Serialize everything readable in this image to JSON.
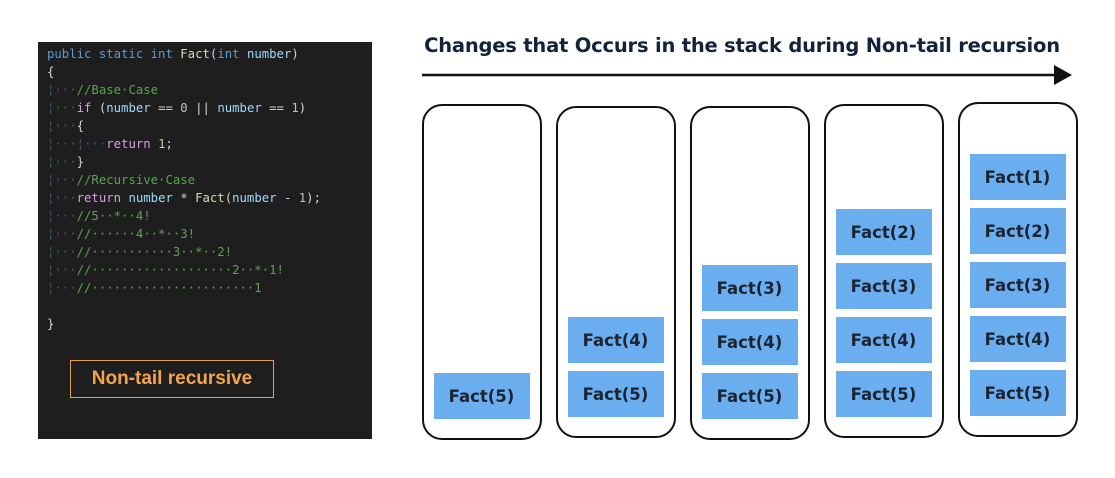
{
  "code_panel": {
    "lines": [
      [
        [
          "kw",
          "public static "
        ],
        [
          "kw",
          "int "
        ],
        [
          "fn",
          "Fact"
        ],
        [
          "op",
          "("
        ],
        [
          "kw",
          "int "
        ],
        [
          "pr",
          "number"
        ],
        [
          "op",
          ")"
        ]
      ],
      [
        [
          "op",
          "{"
        ]
      ],
      [
        [
          "guide",
          "¦···"
        ],
        [
          "cm",
          "//Base·Case"
        ]
      ],
      [
        [
          "guide",
          "¦···"
        ],
        [
          "ctrl",
          "if"
        ],
        [
          "op",
          " ("
        ],
        [
          "pr",
          "number"
        ],
        [
          "op",
          " == "
        ],
        [
          "num",
          "0"
        ],
        [
          "op",
          " || "
        ],
        [
          "pr",
          "number"
        ],
        [
          "op",
          " == "
        ],
        [
          "num",
          "1"
        ],
        [
          "op",
          ")"
        ]
      ],
      [
        [
          "guide",
          "¦···"
        ],
        [
          "op",
          "{"
        ]
      ],
      [
        [
          "guide",
          "¦···¦···"
        ],
        [
          "ctrl",
          "return "
        ],
        [
          "num",
          "1"
        ],
        [
          "op",
          ";"
        ]
      ],
      [
        [
          "guide",
          "¦···"
        ],
        [
          "op",
          "}"
        ]
      ],
      [
        [
          "guide",
          "¦···"
        ],
        [
          "cm",
          "//Recursive·Case"
        ]
      ],
      [
        [
          "guide",
          "¦···"
        ],
        [
          "ctrl",
          "return "
        ],
        [
          "pr",
          "number"
        ],
        [
          "op",
          " * "
        ],
        [
          "fn",
          "Fact"
        ],
        [
          "op",
          "("
        ],
        [
          "pr",
          "number"
        ],
        [
          "op",
          " - "
        ],
        [
          "num",
          "1"
        ],
        [
          "op",
          ");"
        ]
      ],
      [
        [
          "guide",
          "¦···"
        ],
        [
          "cm",
          "//5··*··4!"
        ]
      ],
      [
        [
          "guide",
          "¦···"
        ],
        [
          "cm",
          "//······4··*··3!"
        ]
      ],
      [
        [
          "guide",
          "¦···"
        ],
        [
          "cm",
          "//···········3··*··2!"
        ]
      ],
      [
        [
          "guide",
          "¦···"
        ],
        [
          "cm",
          "//···················2··*·1!"
        ]
      ],
      [
        [
          "guide",
          "¦···"
        ],
        [
          "cm",
          "//······················1"
        ]
      ],
      [
        [
          "op",
          ""
        ]
      ],
      [
        [
          "op",
          "}"
        ]
      ]
    ],
    "label": "Non-tail recursive"
  },
  "diagram": {
    "title": "Changes that Occurs in the stack during Non-tail recursion",
    "stacks": [
      {
        "frames": [
          "Fact(5)"
        ]
      },
      {
        "frames": [
          "Fact(4)",
          "Fact(5)"
        ]
      },
      {
        "frames": [
          "Fact(3)",
          "Fact(4)",
          "Fact(5)"
        ]
      },
      {
        "frames": [
          "Fact(2)",
          "Fact(3)",
          "Fact(4)",
          "Fact(5)"
        ]
      },
      {
        "frames": [
          "Fact(1)",
          "Fact(2)",
          "Fact(3)",
          "Fact(4)",
          "Fact(5)"
        ]
      }
    ]
  },
  "colors": {
    "code_background": "#1e1e1e",
    "frame_fill": "#6aaef0",
    "label_accent": "#f4a54c",
    "title_text": "#12233b"
  }
}
